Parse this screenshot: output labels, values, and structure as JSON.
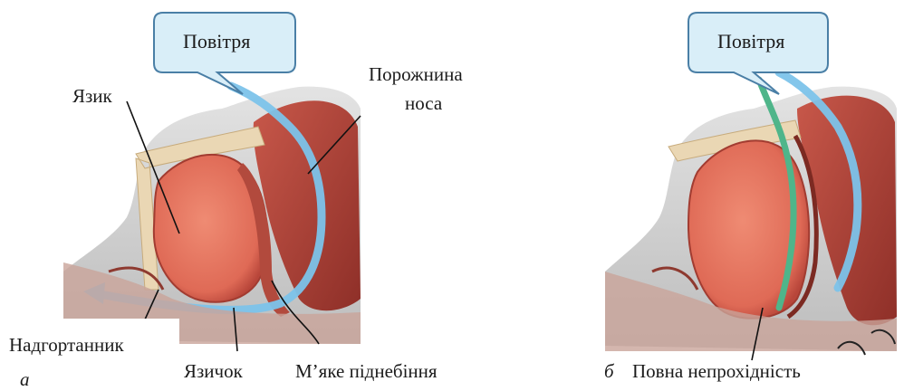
{
  "panel_a": {
    "bubble": "Повітря",
    "labels": {
      "tongue": "Язик",
      "nasal_cavity_line1": "Порожнина",
      "nasal_cavity_line2": "носа",
      "epiglottis": "Надгортанник",
      "uvula": "Язичок",
      "soft_palate": "М’яке піднебіння"
    },
    "letter": "а"
  },
  "panel_b": {
    "bubble": "Повітря",
    "letter": "б",
    "caption": "Повна непрохідність"
  },
  "colors": {
    "bubble_fill": "#d9eef8",
    "bubble_stroke": "#4a7fa6",
    "airflow": "#7cc3ea",
    "tongue": "#e37560",
    "tissue_dark": "#a63b32",
    "bone": "#ead7b4",
    "skin": "#cfcfcf"
  }
}
